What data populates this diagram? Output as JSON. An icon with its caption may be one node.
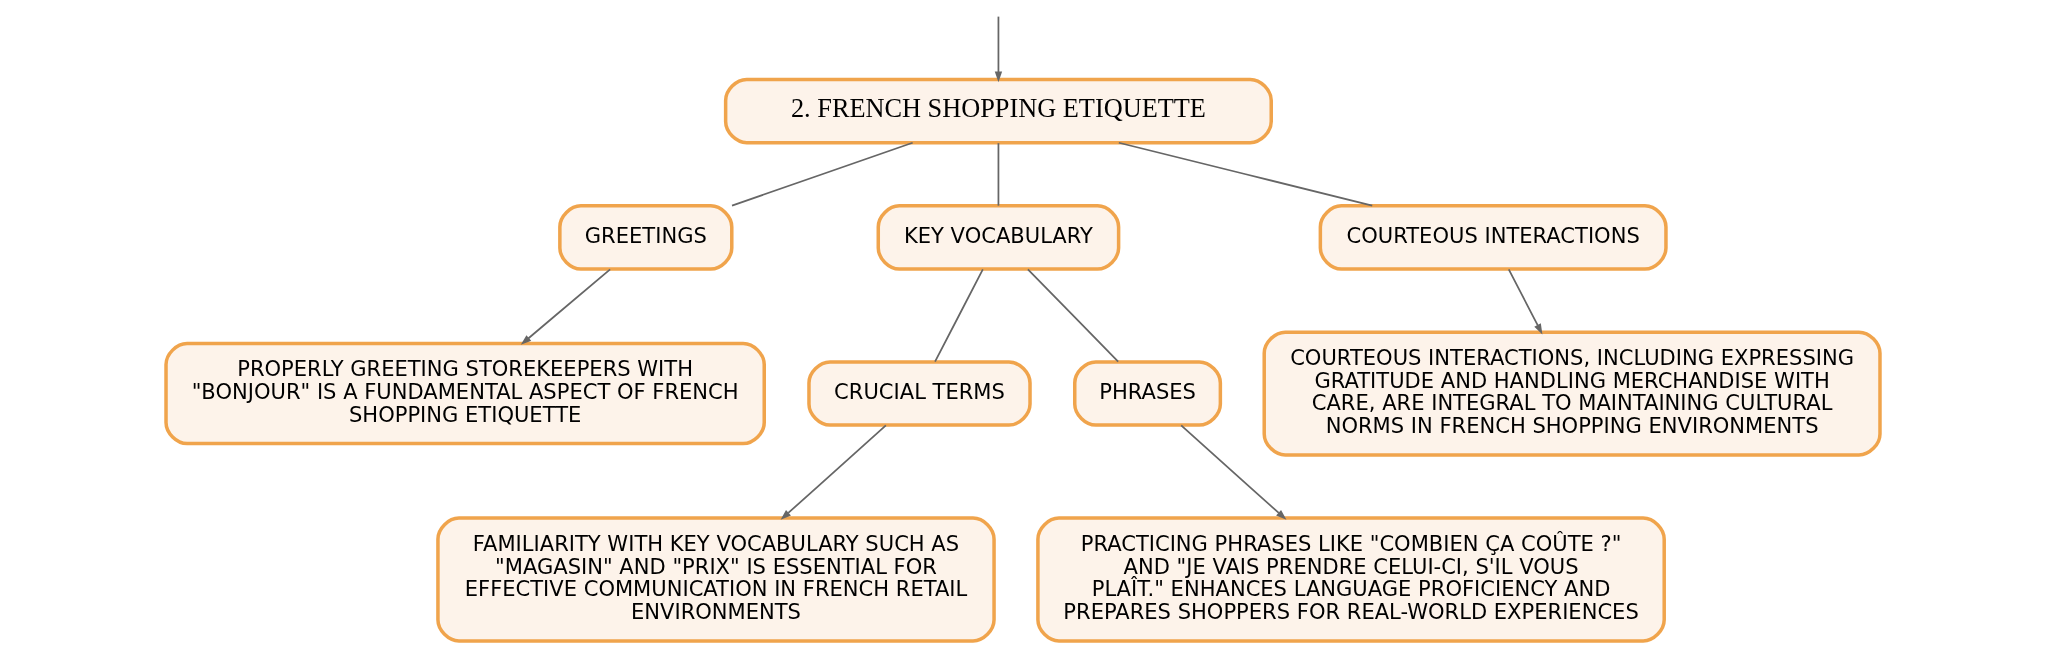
{
  "diagram": {
    "nodes": [
      {
        "text": [
          "2. FRENCH SHOPPING ETIQUETTE"
        ]
      },
      {
        "text": [
          "GREETINGS"
        ]
      },
      {
        "text": [
          "KEY VOCABULARY"
        ]
      },
      {
        "text": [
          "COURTEOUS INTERACTIONS"
        ]
      },
      {
        "text": [
          "PROPERLY GREETING STOREKEEPERS WITH \"BONJOUR\" IS A FUNDAMENTAL ASPECT OF FRENCH SHOPPING ETIQUETTE"
        ]
      },
      {
        "text": [
          "CRUCIAL TERMS"
        ]
      },
      {
        "text": [
          "PHRASES"
        ]
      },
      {
        "text": [
          "FAMILIARITY WITH KEY VOCABULARY SUCH AS \"MAGASIN\" AND \"PRIX\" IS ESSENTIAL FOR EFFECTIVE COMMUNICATION IN FRENCH RETAIL ENVIRONMENTS"
        ]
      },
      {
        "text": [
          "PRACTICING PHRASES LIKE \"COMBIEN ÇA COÛTE ?\" AND \"JE VAIS PRENDRE CELUI-CI, S'IL VOUS PLAÎT.\" ENHANCES LANGUAGE PROFICIENCY AND PREPARES SHOPPERS FOR REAL-WORLD EXPERIENCES"
        ]
      },
      {
        "text": [
          "COURTEOUS INTERACTIONS, INCLUDING EXPRESSING GRATITUDE AND HANDLING MERCHANDISE WITH CARE, ARE INTEGRAL TO MAINTAINING CULTURAL NORMS IN FRENCH SHOPPING ENVIRONMENTS"
        ]
      }
    ],
    "edges": [
      {
        "from": null,
        "to": 0,
        "arrow": "to"
      },
      {
        "from": 0,
        "to": 1,
        "arrow": "none"
      },
      {
        "from": 0,
        "to": 2,
        "arrow": "none"
      },
      {
        "from": 0,
        "to": 3,
        "arrow": "none"
      },
      {
        "from": 1,
        "to": 4,
        "arrow": "to"
      },
      {
        "from": 2,
        "to": 5,
        "arrow": "none"
      },
      {
        "from": 2,
        "to": 6,
        "arrow": "none"
      },
      {
        "from": 5,
        "to": 7,
        "arrow": "to"
      },
      {
        "from": 6,
        "to": 8,
        "arrow": "to"
      },
      {
        "from": 3,
        "to": 9,
        "arrow": "to"
      }
    ]
  }
}
